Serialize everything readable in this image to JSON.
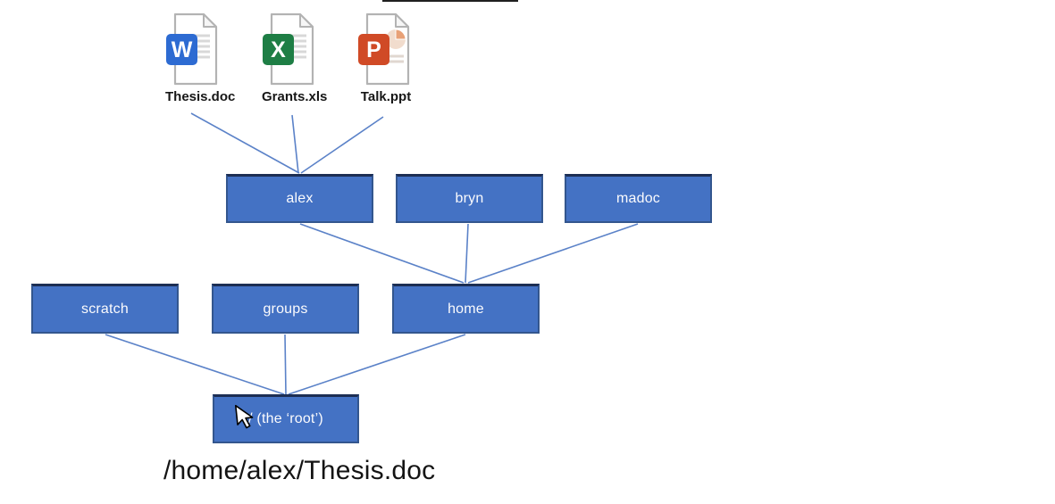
{
  "diagram": {
    "title_hint": "filesystem tree",
    "files": [
      {
        "name": "Thesis.doc",
        "type": "word-document",
        "letter": "W"
      },
      {
        "name": "Grants.xls",
        "type": "excel-spreadsheet",
        "letter": "X"
      },
      {
        "name": "Talk.ppt",
        "type": "powerpoint-presentation",
        "letter": "P"
      }
    ],
    "nodes": [
      {
        "id": "alex",
        "label": "alex"
      },
      {
        "id": "bryn",
        "label": "bryn"
      },
      {
        "id": "madoc",
        "label": "madoc"
      },
      {
        "id": "scratch",
        "label": "scratch"
      },
      {
        "id": "groups",
        "label": "groups"
      },
      {
        "id": "home",
        "label": "home"
      },
      {
        "id": "root",
        "label": "/ (the ‘root’)"
      }
    ],
    "edges": [
      {
        "from": "Thesis.doc",
        "to": "alex"
      },
      {
        "from": "Grants.xls",
        "to": "alex"
      },
      {
        "from": "Talk.ppt",
        "to": "alex"
      },
      {
        "from": "alex",
        "to": "home"
      },
      {
        "from": "bryn",
        "to": "home"
      },
      {
        "from": "madoc",
        "to": "home"
      },
      {
        "from": "scratch",
        "to": "root"
      },
      {
        "from": "groups",
        "to": "root"
      },
      {
        "from": "home",
        "to": "root"
      }
    ],
    "caption": "/home/alex/Thesis.doc",
    "colors": {
      "node_fill": "#4472c4",
      "node_border": "#33568e",
      "node_border_top": "#1d2e53",
      "connector_line": "#5b82c8",
      "word_blue": "#2d6bd2",
      "excel_green": "#1e7e45",
      "ppt_red": "#d04a26",
      "page_border": "#b3b3b3",
      "caption_color": "#141414"
    }
  }
}
